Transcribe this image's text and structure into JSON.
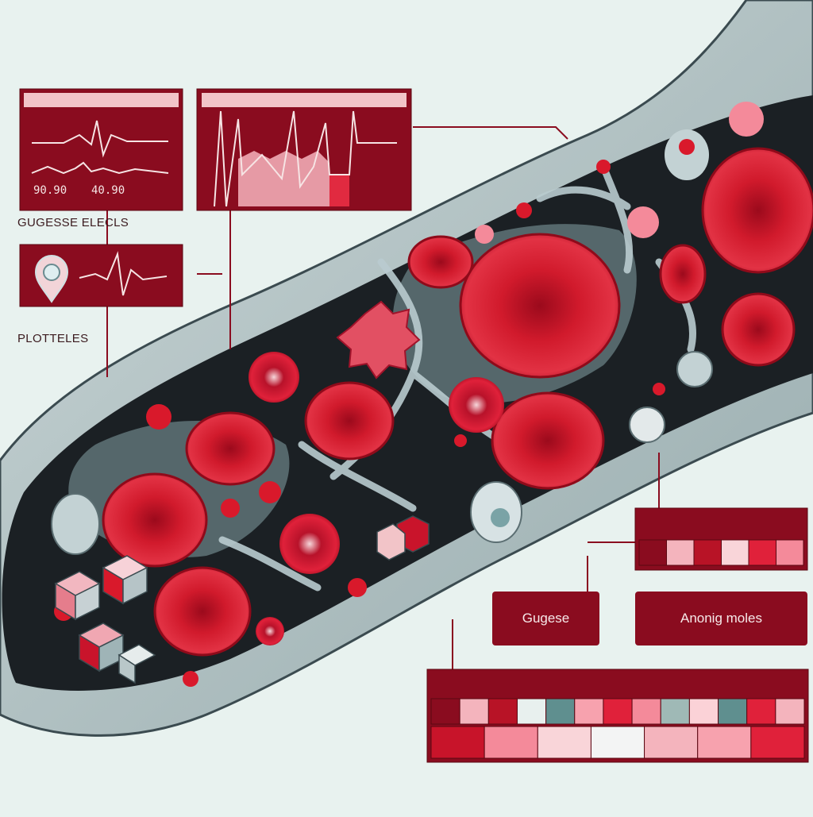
{
  "labels": {
    "top_left_caption": "GUGESSE ELECLS",
    "mid_left_caption": "PLOTTELES",
    "readout_left": "90.90",
    "readout_right": "40.90",
    "button_a": "Gugese",
    "button_b": "Anonig moles"
  },
  "colors": {
    "background": "#e8f2ef",
    "panel": "#8a0c1f",
    "panel_light": "#f2c4c8",
    "vessel_lumen": "#1b2024",
    "vessel_wall": "#b8c6c8",
    "rbc": "#d9192b",
    "rbc_dark": "#a10e1e",
    "plasma": "#5f7478",
    "teal": "#5a8a8a",
    "pink": "#f07a8a"
  },
  "icons": {
    "location": "location-pin-icon"
  },
  "heatmaps": {
    "small": [
      "#8a0c1f",
      "#f4b4bd",
      "#b81326",
      "#f9d5d9",
      "#e0213a",
      "#f48a9a",
      "#dfe5e4",
      "#fbd2d7"
    ],
    "big_top": [
      "#8a0c1f",
      "#f4b4bd",
      "#b81326",
      "#e8f0ee",
      "#5f8f8f",
      "#f7a2ae",
      "#e0213a",
      "#f48a9a",
      "#9fb9b6",
      "#fbd2d7",
      "#5f8f8f",
      "#e0213a",
      "#f4b4bd"
    ],
    "big_bottom": [
      "#c8142a",
      "#f48a9a",
      "#f9d5d9",
      "#f3f4f4",
      "#f4b4bd",
      "#f7a2ae",
      "#e0213a"
    ]
  }
}
